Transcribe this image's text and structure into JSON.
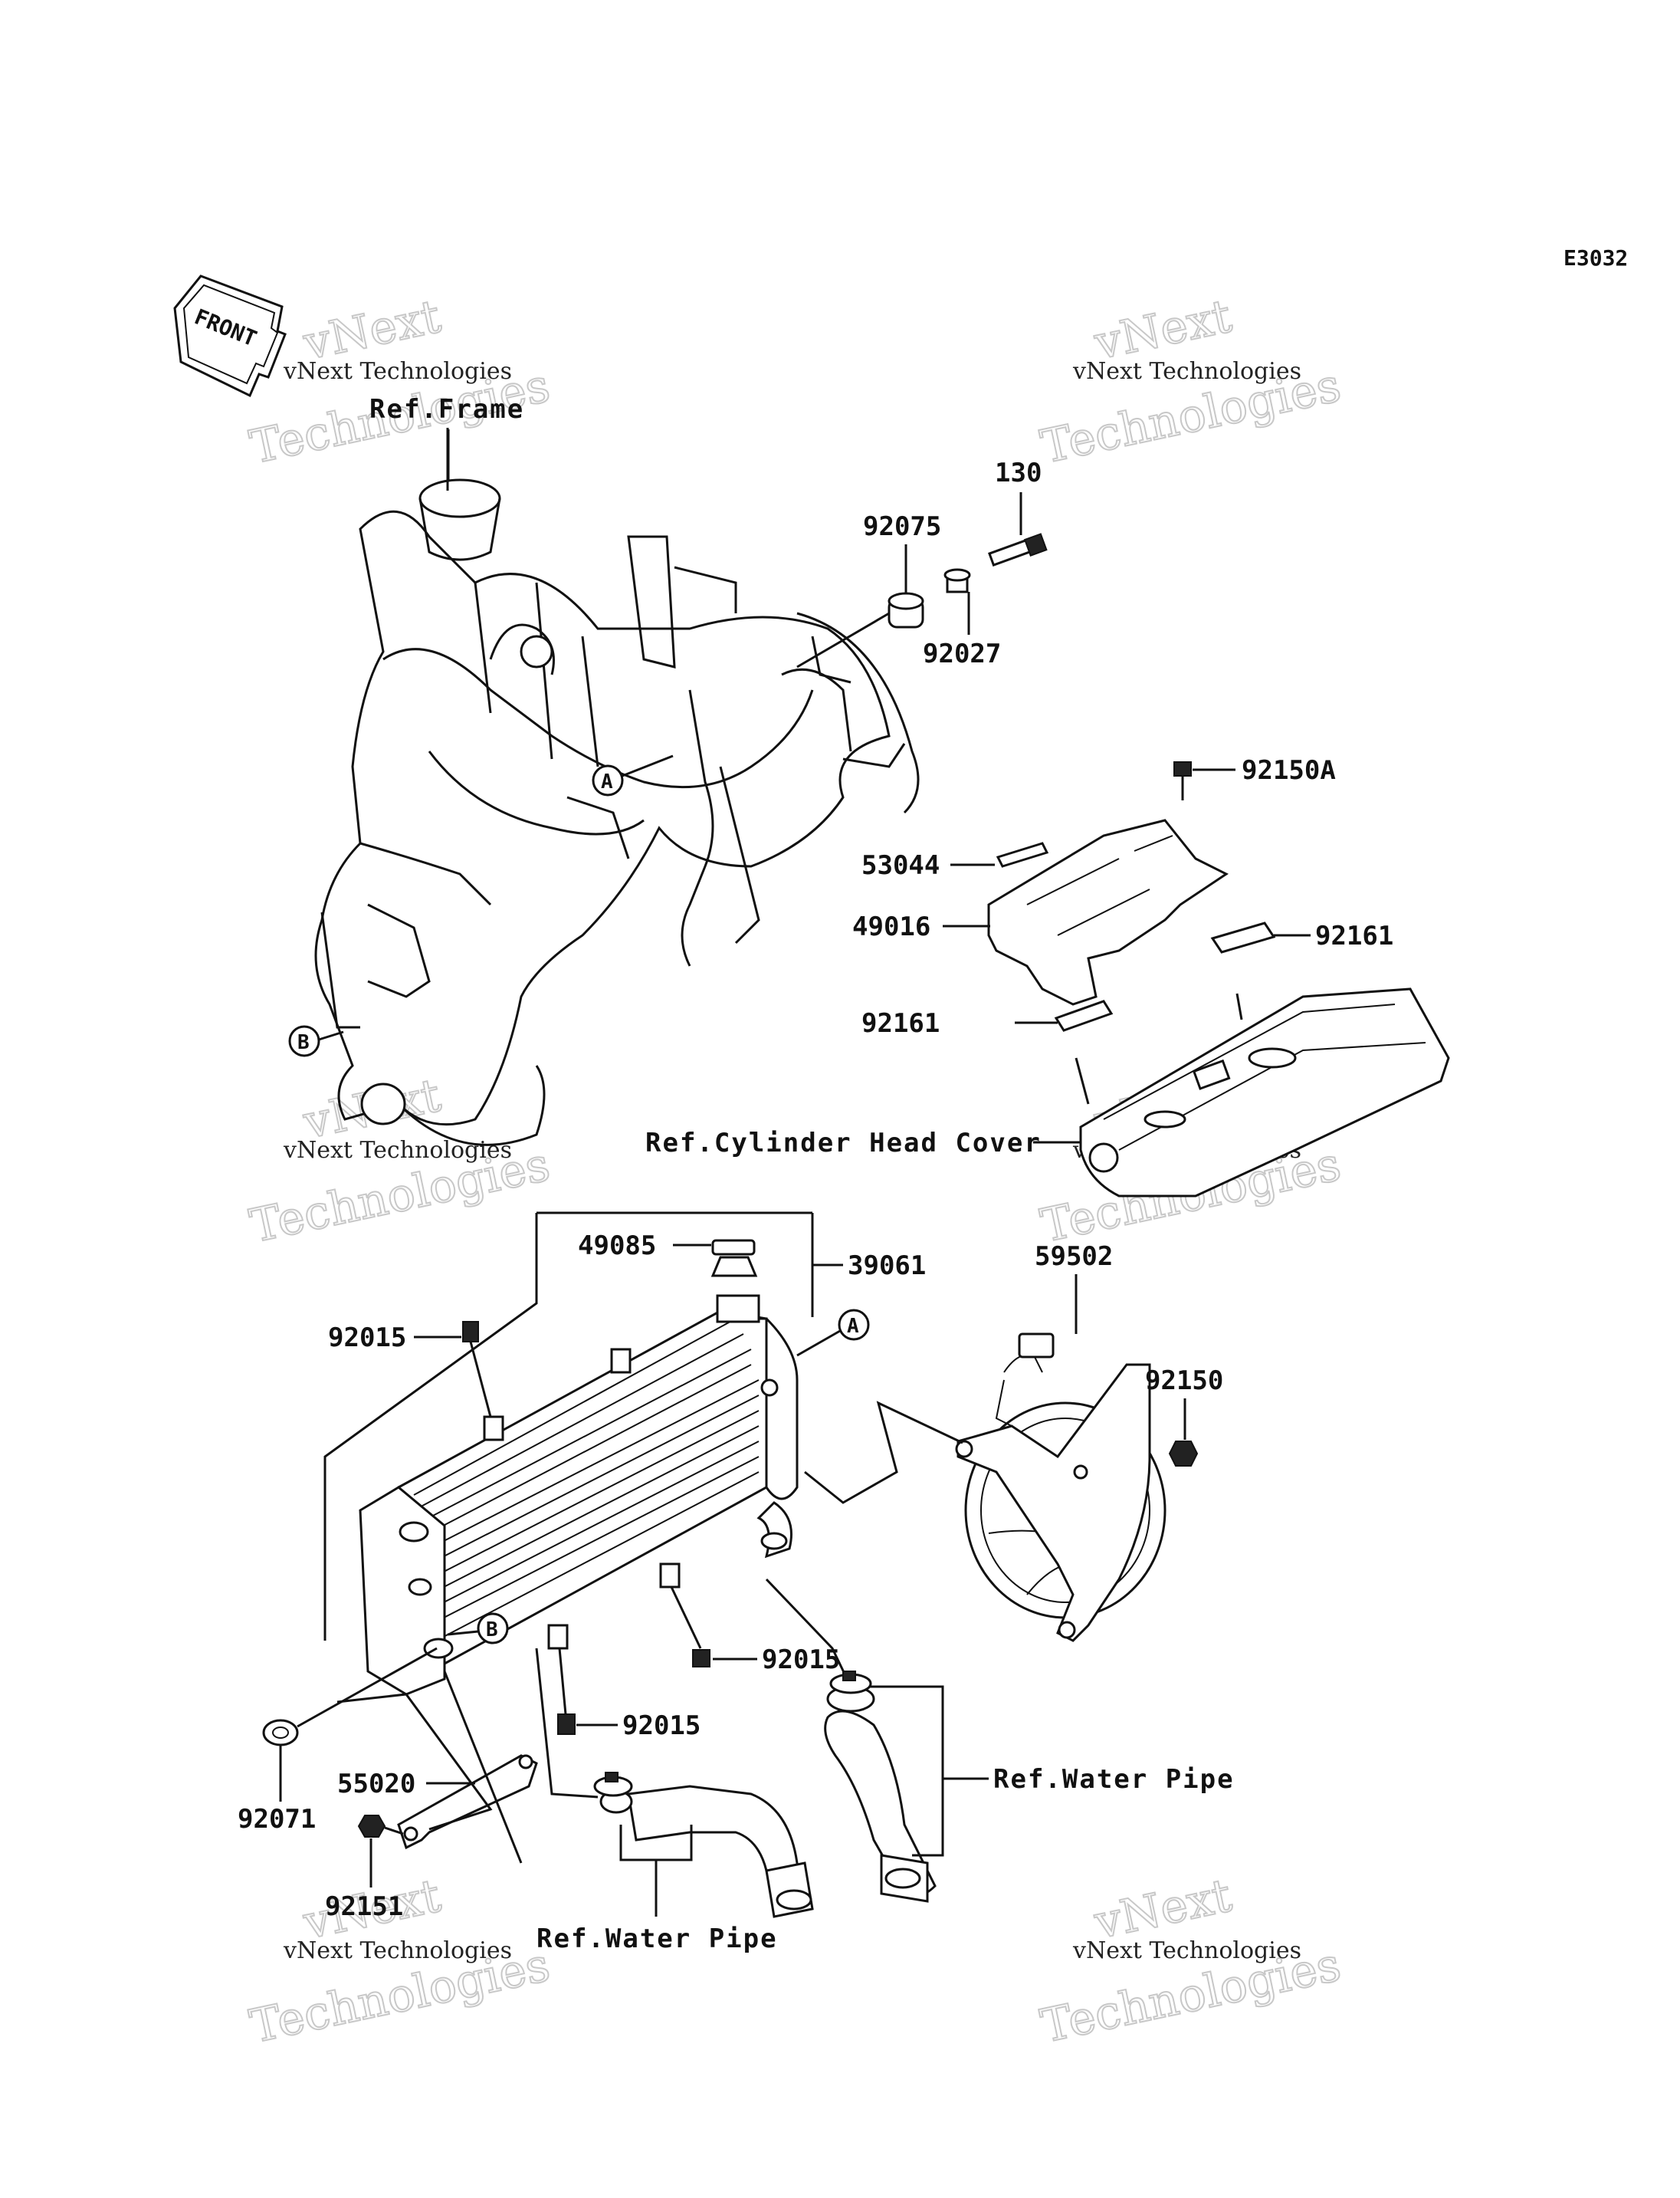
{
  "diagram_code": "E3032",
  "front_arrow": {
    "label": "FRONT",
    "icon": "front-arrow-icon"
  },
  "watermark": {
    "line1": "vNext Technologies",
    "line2": "Technologies",
    "line3": "vNext"
  },
  "references": {
    "frame": "Ref.Frame",
    "cylinder_head_cover": "Ref.Cylinder Head Cover",
    "water_pipe_right": "Ref.Water Pipe",
    "water_pipe_bottom": "Ref.Water Pipe"
  },
  "callouts": {
    "a": "A",
    "b": "B"
  },
  "parts": {
    "p130": "130",
    "p92075": "92075",
    "p92027": "92027",
    "p92150A": "92150A",
    "p53044": "53044",
    "p49016": "49016",
    "p92161_right": "92161",
    "p92161_left": "92161",
    "p49085": "49085",
    "p39061": "39061",
    "p92015_top": "92015",
    "p59502": "59502",
    "p92150": "92150",
    "p92015_mid": "92015",
    "p92015_low": "92015",
    "p55020": "55020",
    "p92071": "92071",
    "p92151": "92151"
  }
}
